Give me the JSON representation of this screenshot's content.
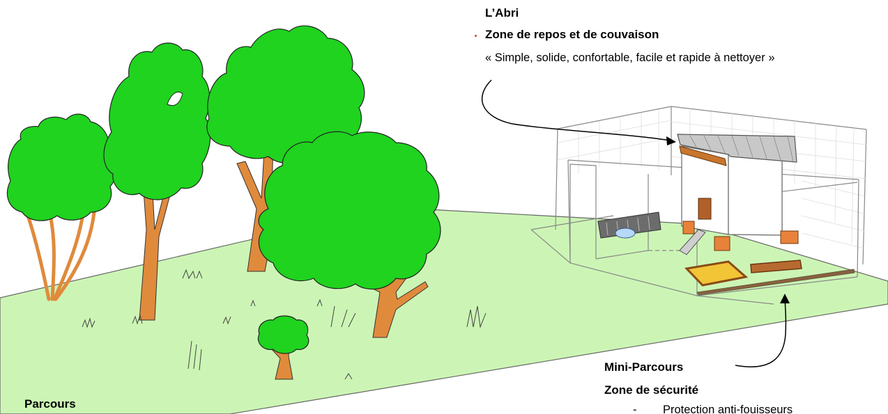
{
  "abri": {
    "title": "L’Abri",
    "subtitle": "Zone de repos et de couvaison",
    "quote": "« Simple, solide, confortable, facile et rapide à nettoyer »"
  },
  "mini_parcours": {
    "title": "Mini-Parcours",
    "subtitle": "Zone de sécurité",
    "bullet_marker": "-",
    "bullet_text": "Protection anti-fouisseurs"
  },
  "parcours": {
    "title": "Parcours"
  },
  "colors": {
    "grass": "#ccf5b5",
    "foliage": "#1fd31f",
    "trunk": "#e08a3c",
    "roof": "#c8c8c8",
    "brick": "#e8823a",
    "bullet": "#d04040"
  }
}
